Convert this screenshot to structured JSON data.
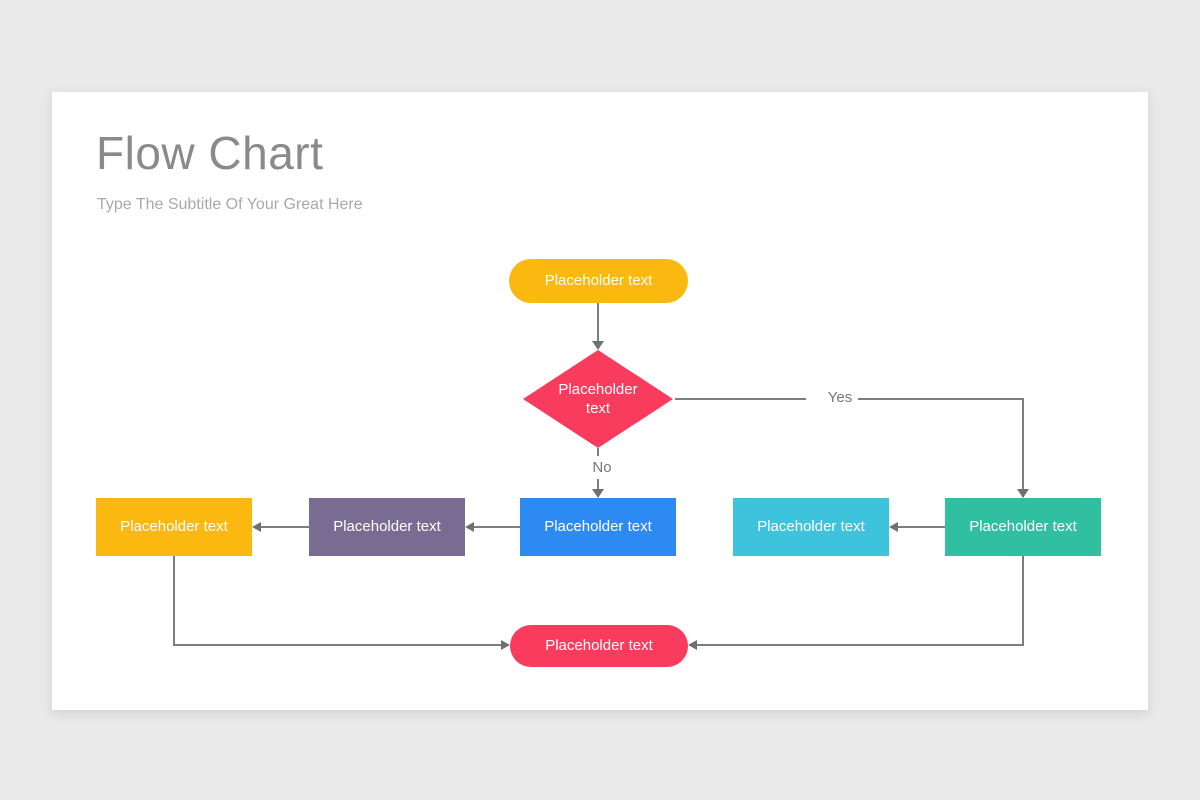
{
  "page": {
    "background_color": "#e9e9ea",
    "slide_color": "#ffffff"
  },
  "header": {
    "title": "Flow Chart",
    "subtitle": "Type The Subtitle Of Your Great Here",
    "title_color": "#8a8a8a",
    "subtitle_color": "#a9a9a9"
  },
  "flowchart": {
    "diagram_type": "flowchart",
    "connector_color": "#7c7e80",
    "nodes": [
      {
        "id": "start",
        "shape": "rounded-pill",
        "label": "Placeholder text",
        "color": "#fbb811",
        "text_color": "#ffffff"
      },
      {
        "id": "decision",
        "shape": "diamond",
        "label": "Placeholder text",
        "color": "#f93b5d",
        "text_color": "#ffffff"
      },
      {
        "id": "process-left",
        "shape": "rectangle",
        "label": "Placeholder text",
        "color": "#fbb811",
        "text_color": "#ffffff"
      },
      {
        "id": "process-mid-left",
        "shape": "rectangle",
        "label": "Placeholder text",
        "color": "#796c92",
        "text_color": "#ffffff"
      },
      {
        "id": "process-center",
        "shape": "rectangle",
        "label": "Placeholder text",
        "color": "#2e8af3",
        "text_color": "#ffffff"
      },
      {
        "id": "process-mid-right",
        "shape": "rectangle",
        "label": "Placeholder text",
        "color": "#3ec3dc",
        "text_color": "#ffffff"
      },
      {
        "id": "process-right",
        "shape": "rectangle",
        "label": "Placeholder text",
        "color": "#30bfa1",
        "text_color": "#ffffff"
      },
      {
        "id": "end",
        "shape": "rounded-pill",
        "label": "Placeholder text",
        "color": "#f93b5d",
        "text_color": "#ffffff"
      }
    ],
    "edges": [
      {
        "from": "start",
        "to": "decision",
        "label": ""
      },
      {
        "from": "decision",
        "to": "process-right",
        "label": "Yes"
      },
      {
        "from": "decision",
        "to": "process-center",
        "label": "No"
      },
      {
        "from": "process-center",
        "to": "process-mid-left",
        "label": ""
      },
      {
        "from": "process-mid-left",
        "to": "process-left",
        "label": ""
      },
      {
        "from": "process-right",
        "to": "process-mid-right",
        "label": ""
      },
      {
        "from": "process-left",
        "to": "end",
        "label": ""
      },
      {
        "from": "process-right",
        "to": "end",
        "label": ""
      }
    ]
  }
}
